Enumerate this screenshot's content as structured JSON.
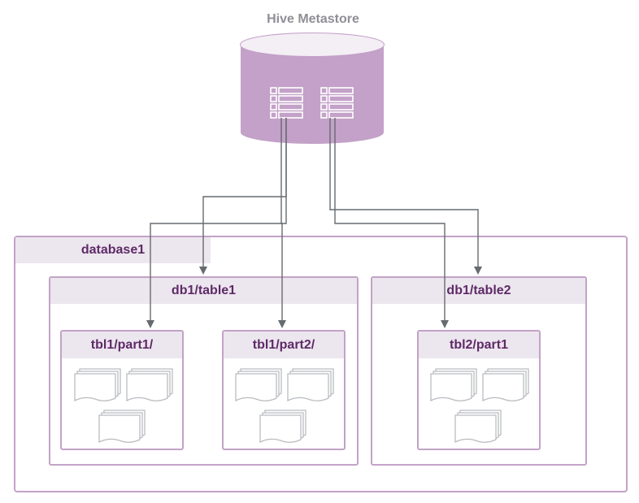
{
  "title": "Hive Metastore",
  "database": {
    "label": "database1"
  },
  "tables": [
    {
      "label": "db1/table1"
    },
    {
      "label": "db1/table2"
    }
  ],
  "partitions": [
    {
      "label": "tbl1/part1/"
    },
    {
      "label": "tbl1/part2/"
    },
    {
      "label": "tbl2/part1"
    }
  ],
  "colors": {
    "metastore_fill": "#c3a1c8",
    "metastore_top": "#e8dbea",
    "border": "#c2a3c6",
    "header_fill": "#ece6ee",
    "label_text": "#5e2a67",
    "arrow": "#666b70"
  },
  "icons": [
    "database-cylinder-icon",
    "table-list-icon",
    "file-stack-icon"
  ]
}
